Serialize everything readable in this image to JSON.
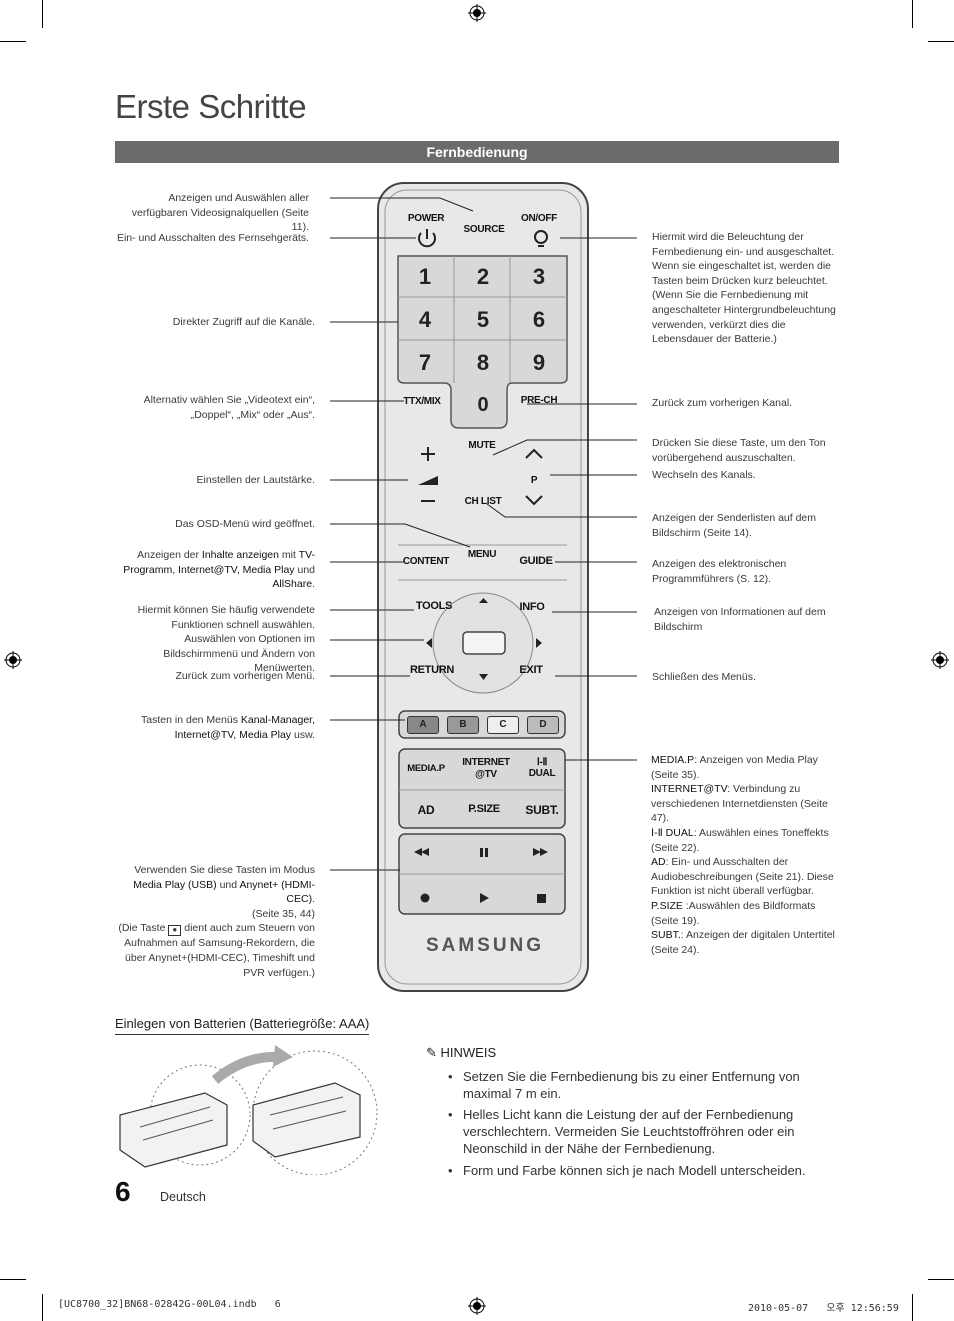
{
  "page": {
    "title": "Erste Schritte",
    "section": "Fernbedienung",
    "number": "6",
    "language": "Deutsch"
  },
  "left_labels": [
    "Anzeigen und Auswählen aller verfügbaren Videosignalquellen (Seite 11).",
    "Ein- und Ausschalten des Fernsehgeräts.",
    "Direkter Zugriff auf die Kanäle.",
    "Alternativ wählen Sie „Videotext ein“, „Doppel“, „Mix“ oder „Aus“.",
    "Einstellen der Lautstärke.",
    "Das OSD-Menü wird geöffnet.",
    "Hiermit können Sie häufig verwendete Funktionen schnell auswählen.",
    "Auswählen von Optionen im Bildschirmmenü und Ändern von Menüwerten.",
    "Zurück zum vorherigen Menü."
  ],
  "content_label": {
    "a": "Anzeigen der ",
    "b": "Inhalte anzeigen",
    "c": " mit ",
    "d": "TV-Programm, Internet@TV, Media Play",
    "e": " und ",
    "f": "AllShare",
    "g": "."
  },
  "colour_label": {
    "a": "Tasten in den Menüs ",
    "b": "Kanal-Manager, Internet@TV, Media Play",
    "c": "  usw."
  },
  "media_label": {
    "a": "Verwenden Sie diese Tasten im Modus ",
    "b": "Media Play (USB)",
    "c": " und ",
    "d": "Anynet+ (HDMI-CEC)",
    "e": ".",
    "f": "(Seite 35, 44)",
    "g": "(Die Taste ",
    "h": " dient auch zum Steuern von Aufnahmen auf Samsung-Rekordern, die über Anynet+(HDMI-CEC), Timeshift und PVR verfügen.)"
  },
  "right_labels": {
    "light": "Hiermit wird die Beleuchtung der Fernbedienung ein- und ausgeschaltet. Wenn sie eingeschaltet ist, werden die Tasten beim Drücken kurz beleuchtet. (Wenn Sie die Fernbedienung mit angeschalteter Hintergrundbeleuchtung verwenden, verkürzt dies die Lebensdauer der Batterie.)",
    "prech": "Zurück zum vorherigen Kanal.",
    "mute": "Drücken Sie diese Taste, um den Ton vorübergehend auszuschalten.",
    "channel": "Wechseln des Kanals.",
    "chlist": "Anzeigen der Senderlisten auf dem Bildschirm (Seite 14).",
    "guide": "Anzeigen des elektronischen Programmführers (S. 12).",
    "info": "Anzeigen von Informationen auf dem Bildschirm",
    "exit": "Schließen des Menüs."
  },
  "function_notes": [
    {
      "key": "MEDIA.P",
      "text": ": Anzeigen von Media Play (Seite 35)."
    },
    {
      "key": "INTERNET@TV",
      "text": ": Verbindung zu verschiedenen Internetdiensten (Seite 47)."
    },
    {
      "key": "Ⅰ-Ⅱ DUAL",
      "text": ": Auswählen eines Toneffekts (Seite 22)."
    },
    {
      "key": "AD",
      "text": ": Ein- und Ausschalten der Audiobeschreibungen (Seite 21). Diese Funktion ist nicht überall verfügbar."
    },
    {
      "key": "P.SIZE",
      "text": " :Auswählen des Bildformats (Seite 19)."
    },
    {
      "key": "SUBT.",
      "text": ": Anzeigen der digitalen Untertitel (Seite 24)."
    }
  ],
  "remote": {
    "power": "POWER",
    "source": "SOURCE",
    "onoff": "ON/OFF",
    "digits": [
      "1",
      "2",
      "3",
      "4",
      "5",
      "6",
      "7",
      "8",
      "9",
      "0"
    ],
    "ttx": "TTX/MIX",
    "prech": "PRE-CH",
    "mute": "MUTE",
    "p": "P",
    "chlist": "CH LIST",
    "content": "CONTENT",
    "menu": "MENU",
    "guide": "GUIDE",
    "tools": "TOOLS",
    "info": "INFO",
    "return": "RETURN",
    "exit": "EXIT",
    "colors": [
      "A",
      "B",
      "C",
      "D"
    ],
    "mediap": "MEDIA.P",
    "internet1": "INTERNET",
    "internet2": "@TV",
    "dual1": "Ⅰ-Ⅱ",
    "dual2": "DUAL",
    "ad": "AD",
    "psize": "P.SIZE",
    "subt": "SUBT.",
    "brand": "SAMSUNG"
  },
  "battery": {
    "title": "Einlegen von Batterien (Batteriegröße: AAA)"
  },
  "note": {
    "heading": "HINWEIS",
    "items": [
      "Setzen Sie die Fernbedienung bis zu einer Entfernung von maximal 7 m ein.",
      "Helles Licht kann die Leistung der auf der Fernbedienung verschlechtern. Vermeiden Sie Leuchtstoffröhren oder ein Neonschild in der Nähe der Fernbedienung.",
      "Form und Farbe können sich je nach Modell unterscheiden."
    ]
  },
  "footer": {
    "file": "[UC8700_32]BN68-02842G-00L04.indb   6",
    "date": "2010-05-07   오후 12:56:59"
  }
}
